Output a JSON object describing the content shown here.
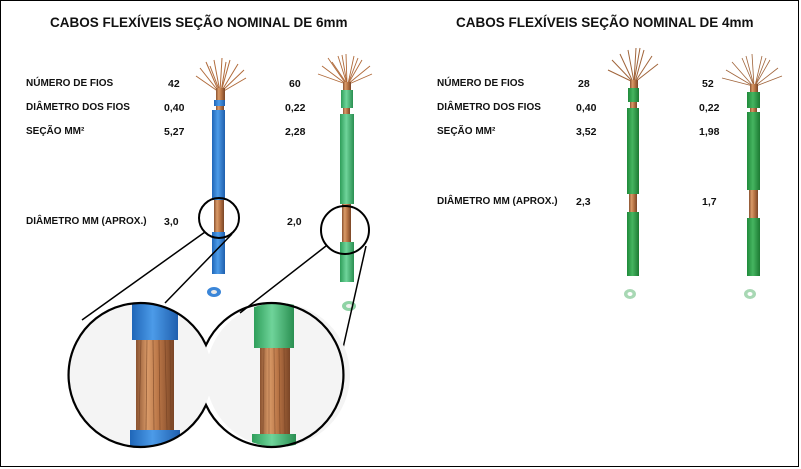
{
  "colors": {
    "blue_insulation": "#2f7fd6",
    "green_insulation_light": "#4bbf78",
    "green_insulation_dark": "#2ea043",
    "copper": "#c8804f"
  },
  "left_panel": {
    "title": "CABOS FLEXÍVEIS SEÇÃO NOMINAL DE 6mm",
    "rows": [
      {
        "label": "NÚMERO DE FIOS",
        "values": [
          "42",
          "60"
        ]
      },
      {
        "label": "DIÂMETRO DOS FIOS",
        "values": [
          "0,40",
          "0,22"
        ]
      },
      {
        "label": "SEÇÃO MM²",
        "values": [
          "5,27",
          "2,28"
        ]
      },
      {
        "label": "DIÂMETRO MM (APROX.)",
        "values": [
          "3,0",
          "2,0"
        ]
      }
    ]
  },
  "right_panel": {
    "title": "CABOS FLEXÍVEIS SEÇÃO NOMINAL DE 4mm",
    "rows": [
      {
        "label": "NÚMERO DE FIOS",
        "values": [
          "28",
          "52"
        ]
      },
      {
        "label": "DIÂMETRO DOS FIOS",
        "values": [
          "0,40",
          "0,22"
        ]
      },
      {
        "label": "SEÇÃO MM²",
        "values": [
          "3,52",
          "1,98"
        ]
      },
      {
        "label": "DIÂMETRO MM (APROX.)",
        "values": [
          "2,3",
          "1,7"
        ]
      }
    ]
  }
}
